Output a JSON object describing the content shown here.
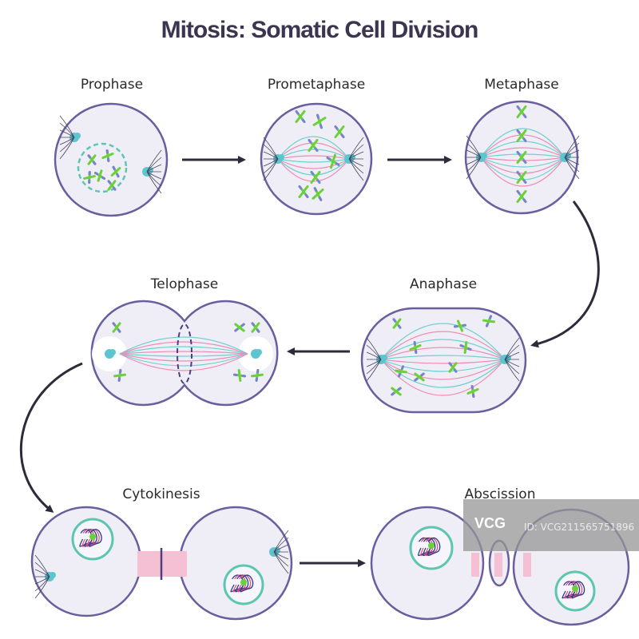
{
  "title": "Mitosis: Somatic Cell Division",
  "stages": {
    "prophase": "Prophase",
    "prometaphase": "Prometaphase",
    "metaphase": "Metaphase",
    "anaphase": "Anaphase",
    "telophase": "Telophase",
    "cytokinesis": "Cytokinesis",
    "abscission": "Abscission"
  },
  "watermark": {
    "logo": "VCG",
    "id": "ID: VCG211565751896"
  },
  "colors": {
    "cell_fill": "#efeef6",
    "cell_border": "#6a5e9e",
    "spindle_pink": "#f08cb4",
    "spindle_teal": "#6fd0d0",
    "centrosome": "#5cc6d0",
    "chromosome_green": "#6bd13a",
    "chromosome_blue": "#7a7fd8",
    "arrow": "#2e2a3a"
  }
}
